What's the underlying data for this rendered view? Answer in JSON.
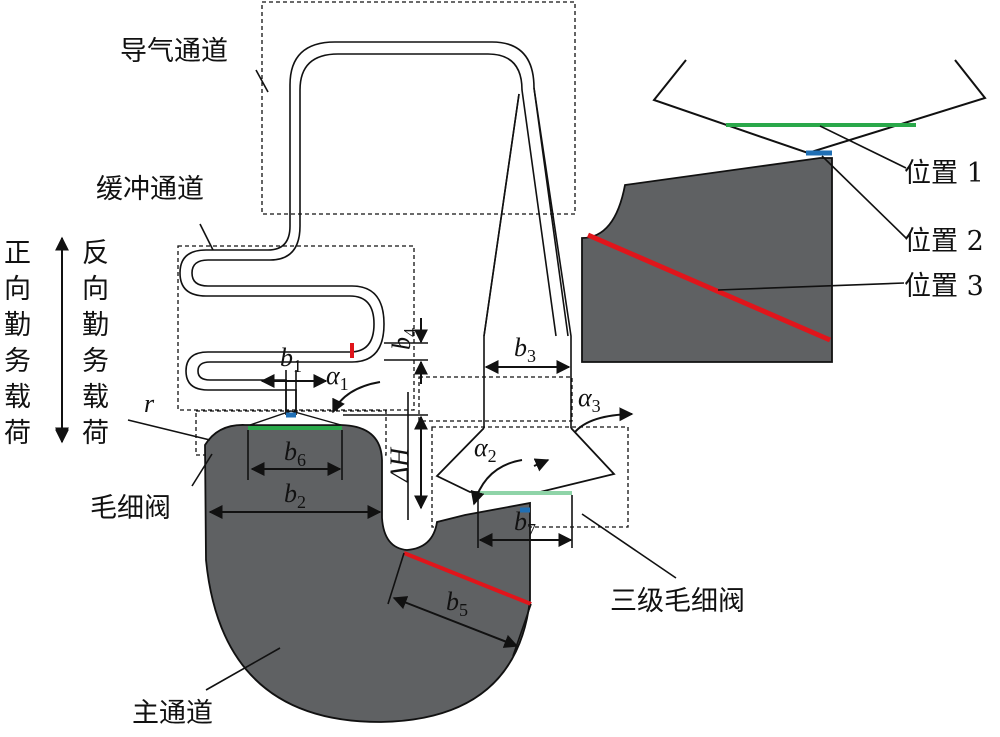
{
  "labels": {
    "guide_channel": "导气通道",
    "buffer_channel": "缓冲通道",
    "capillary_valve": "毛细阀",
    "three_stage_valve": "三级毛细阀",
    "main_channel": "主通道",
    "position_1": "位置 1",
    "position_2": "位置 2",
    "position_3": "位置 3"
  },
  "side_labels": {
    "forward_load": [
      "正",
      "向",
      "勤",
      "务",
      "载",
      "荷"
    ],
    "reverse_load": [
      "反",
      "向",
      "勤",
      "务",
      "载",
      "荷"
    ]
  },
  "symbols": {
    "r": "r",
    "b1": {
      "base": "b",
      "sub": "1"
    },
    "b2": {
      "base": "b",
      "sub": "2"
    },
    "b3": {
      "base": "b",
      "sub": "3"
    },
    "b4": {
      "base": "b",
      "sub": "4"
    },
    "b5": {
      "base": "b",
      "sub": "5"
    },
    "b6": {
      "base": "b",
      "sub": "6"
    },
    "b7": {
      "base": "b",
      "sub": "7"
    },
    "alpha1": {
      "base": "α",
      "sub": "1"
    },
    "alpha2": {
      "base": "α",
      "sub": "2"
    },
    "alpha3": {
      "base": "α",
      "sub": "3"
    },
    "deltaH": "ΔH"
  },
  "colors": {
    "fill_dark": "#5f6163",
    "line_green": "#2aa84a",
    "line_light_green": "#8fd4a8",
    "line_red": "#e0151b",
    "line_blue": "#1f6fb5",
    "stroke": "#111111"
  }
}
